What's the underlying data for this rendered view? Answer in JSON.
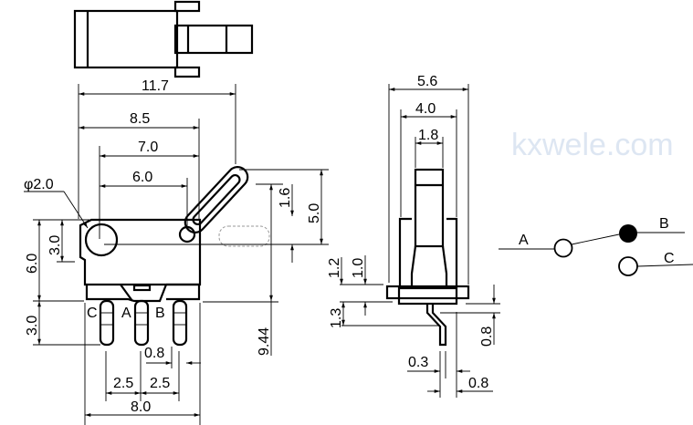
{
  "watermark": "kxwele.com",
  "front_view": {
    "dims": {
      "overall_length": "11.7",
      "body_with_lever": "8.5",
      "hole_to_edge": "7.0",
      "hole_spacing": "6.0",
      "hole_diameter": "φ2.0",
      "body_height": "6.0",
      "pin_length": "3.0",
      "hole_height": "3.0",
      "lever_travel": "1.6",
      "lever_height": "5.0",
      "total_height": "9.44",
      "pin_pitch_1": "2.5",
      "pin_pitch_2": "2.5",
      "pin_edge": "0.8",
      "body_width": "8.0"
    },
    "pins": [
      "C",
      "A",
      "B"
    ]
  },
  "side_view": {
    "dims": {
      "overall_width": "5.6",
      "body_width": "4.0",
      "actuator_width": "1.8",
      "flange_1": "1.2",
      "flange_2": "1.0",
      "lead_offset": "1.3",
      "lead_drop": "0.8",
      "lead_thickness": "0.3",
      "lead_width": "0.8"
    }
  },
  "schematic": {
    "terminals": [
      "A",
      "B",
      "C"
    ]
  }
}
